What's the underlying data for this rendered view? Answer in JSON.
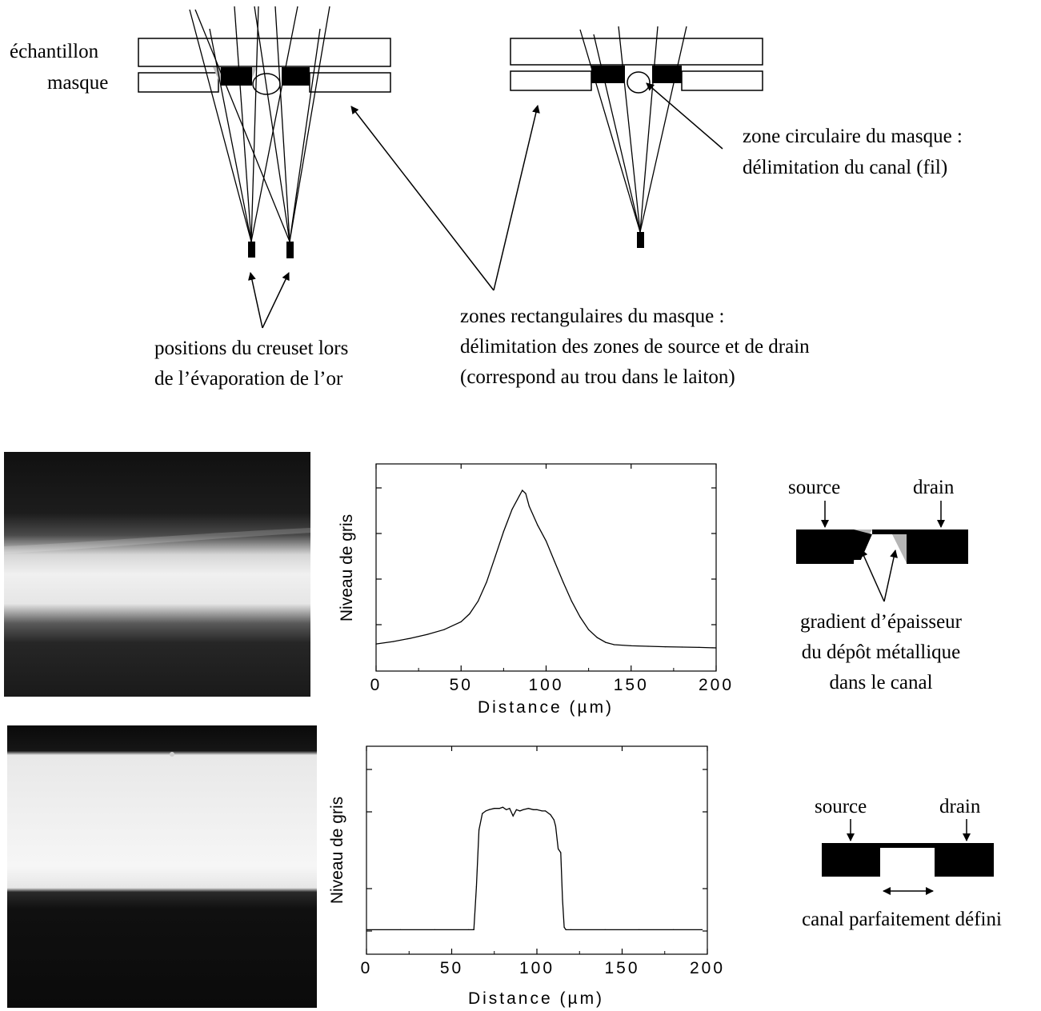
{
  "schematic": {
    "label_sample": "échantillon",
    "label_mask": "masque",
    "label_circular_1": "zone circulaire du masque :",
    "label_circular_2": "délimitation du canal (fil)",
    "label_rect_1": "zones rectangulaires du masque :",
    "label_rect_2": "délimitation des zones de source et de drain",
    "label_rect_3": "(correspond au trou dans le laiton)",
    "label_crucible_1": "positions du creuset lors",
    "label_crucible_2": "de l’évaporation de l’or"
  },
  "row1": {
    "source": "source",
    "drain": "drain",
    "gradient_1": "gradient d’épaisseur",
    "gradient_2": "du dépôt métallique",
    "gradient_3": "dans le canal"
  },
  "row2": {
    "source": "source",
    "drain": "drain",
    "canal": "canal parfaitement défini"
  },
  "chart_data": [
    {
      "type": "line",
      "xlabel": "Distance (µm)",
      "ylabel": "Niveau de gris",
      "xlim": [
        0,
        200
      ],
      "ylim": [
        0,
        1
      ],
      "x_ticks": [
        "0",
        "50",
        "100",
        "150",
        "200"
      ],
      "series": [
        {
          "x": [
            0,
            10,
            20,
            30,
            40,
            50,
            55,
            60,
            65,
            70,
            75,
            80,
            84,
            86,
            88,
            90,
            95,
            100,
            105,
            110,
            115,
            120,
            125,
            130,
            135,
            140,
            150,
            160,
            170,
            180,
            190,
            200
          ],
          "y": [
            0.03,
            0.045,
            0.065,
            0.09,
            0.12,
            0.17,
            0.22,
            0.3,
            0.42,
            0.58,
            0.74,
            0.88,
            0.96,
            1.0,
            0.98,
            0.9,
            0.78,
            0.68,
            0.55,
            0.42,
            0.3,
            0.2,
            0.12,
            0.07,
            0.04,
            0.025,
            0.018,
            0.015,
            0.012,
            0.01,
            0.008,
            0.005
          ]
        }
      ]
    },
    {
      "type": "line",
      "xlabel": "Distance (µm)",
      "ylabel": "Niveau de gris",
      "xlim": [
        0,
        200
      ],
      "ylim": [
        0,
        1
      ],
      "x_ticks": [
        "0",
        "50",
        "100",
        "150",
        "200"
      ],
      "series": [
        {
          "x": [
            0,
            20,
            40,
            60,
            63,
            64.5,
            66,
            68,
            70,
            72,
            75,
            78,
            80,
            82,
            84,
            86,
            88,
            90,
            92,
            95,
            98,
            100,
            103,
            105,
            108,
            110,
            111,
            112.5,
            114,
            115,
            116,
            117,
            120,
            140,
            160,
            180,
            197
          ],
          "y": [
            0.01,
            0.01,
            0.01,
            0.01,
            0.01,
            0.35,
            0.8,
            0.93,
            0.95,
            0.96,
            0.97,
            0.97,
            0.98,
            0.96,
            0.97,
            0.91,
            0.96,
            0.95,
            0.96,
            0.97,
            0.96,
            0.96,
            0.95,
            0.95,
            0.92,
            0.88,
            0.83,
            0.65,
            0.62,
            0.25,
            0.03,
            0.01,
            0.01,
            0.01,
            0.01,
            0.01,
            0.01
          ]
        }
      ]
    }
  ]
}
